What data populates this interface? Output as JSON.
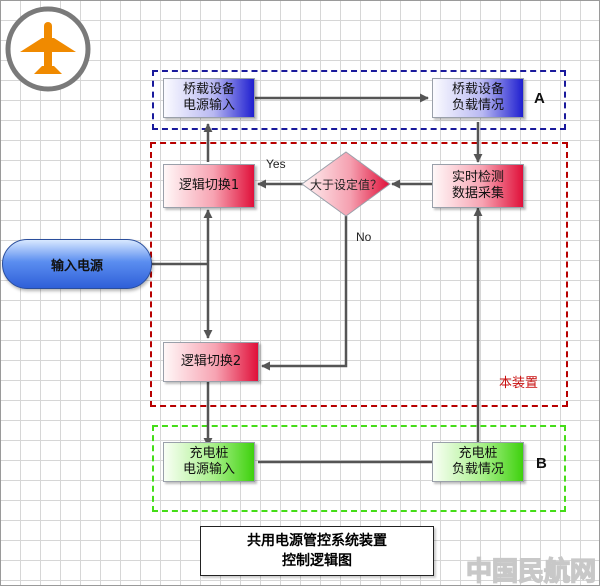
{
  "nodes": {
    "bridge_input": "桥载设备\n电源输入",
    "bridge_load": "桥载设备\n负载情况",
    "logic1": "逻辑切换1",
    "decision": "大于设定值？",
    "realtime": "实时检测\n数据采集",
    "logic2": "逻辑切换2",
    "charger_input": "充电桩\n电源输入",
    "charger_load": "充电桩\n负载情况",
    "power_input": "输入电源"
  },
  "labels": {
    "zone_a": "A",
    "zone_b": "B",
    "device": "本装置",
    "yes": "Yes",
    "no": "No"
  },
  "caption": "共用电源管控系统装置\n控制逻辑图",
  "watermark": "中国民航网",
  "colors": {
    "zone_a": "#1a1a9c",
    "zone_main": "#b80000",
    "zone_b": "#45dd18",
    "connector": "#555555",
    "logo": "#f08a00"
  },
  "icons": {
    "logo": "airplane-icon"
  }
}
